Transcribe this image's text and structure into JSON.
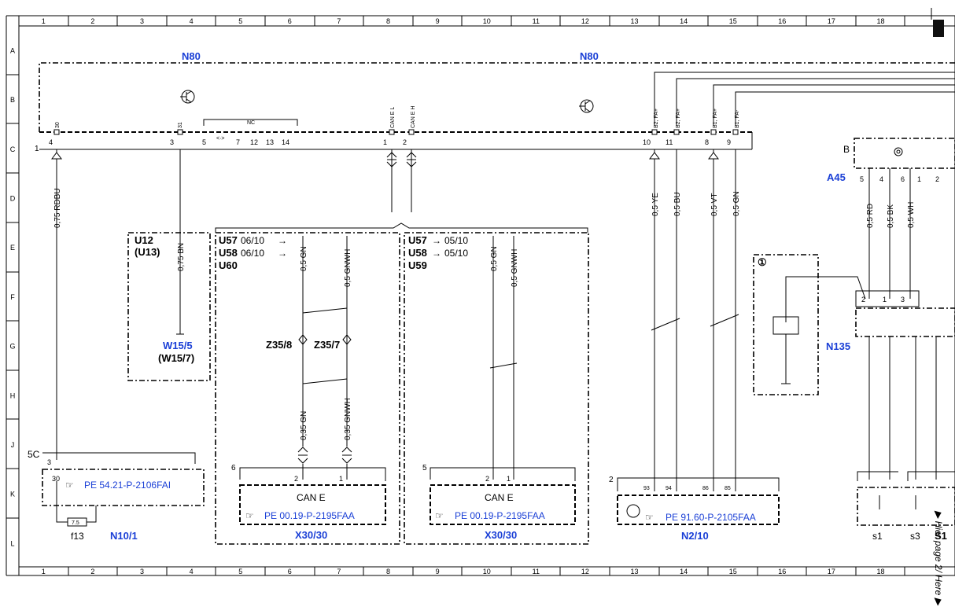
{
  "grid": {
    "columns": [
      "1",
      "2",
      "3",
      "4",
      "5",
      "6",
      "7",
      "8",
      "9",
      "10",
      "11",
      "12",
      "13",
      "14",
      "15",
      "16",
      "17",
      "18"
    ],
    "rows": [
      "A",
      "B",
      "C",
      "D",
      "E",
      "F",
      "G",
      "H",
      "J",
      "K",
      "L"
    ]
  },
  "components": {
    "n80_left": "N80",
    "n80_right": "N80",
    "a45": "A45",
    "n135": "N135",
    "a45_letter": "B",
    "n80_pin_row": "1"
  },
  "n80_pins": {
    "p30_top": "30",
    "p30": "4",
    "p31_top": "31",
    "p31": "3",
    "p5": "5",
    "p7": "7",
    "p12": "12",
    "p13": "13",
    "p14": "14",
    "nc": "NC",
    "canl_top": "CAN E L",
    "canl": "1",
    "canh_top": "CAN E H",
    "canh": "2",
    "b2fa_1_top": "B2, FA+",
    "b2fa_1": "10",
    "b2fa_2_top": "B2, FA+",
    "b2fa_2": "11",
    "b1fa_top": "B1, FA+",
    "b1fa": "8",
    "b1fam_top": "B1, FA-",
    "b1fam": "9"
  },
  "wires": {
    "w1": "0,75 RDBU",
    "w2": "0,75 BN",
    "w3": "0,5 GN",
    "w4": "0,5 GNWH",
    "w5": "0,35 GN",
    "w6": "0,35 GNWH",
    "w7": "0,5 GN",
    "w8": "0,5 GNWH",
    "w9": "0,5 YE",
    "w10": "0,5 BU",
    "w11": "0,5 VT",
    "w12": "0,5 GN",
    "w13": "0,5 RD",
    "w14": "0,5 BK",
    "w15": "0,5 WH"
  },
  "boxes": {
    "u12": "U12",
    "u13": "(U13)",
    "w15_5": "W15/5",
    "w15_7": "(W15/7)",
    "box1_u57": "U57",
    "box1_u57_val": "06/10",
    "box1_u58": "U58",
    "box1_u58_val": "06/10",
    "box1_u60": "U60",
    "box2_u57": "U57",
    "box2_u57_val": "05/10",
    "box2_u58": "U58",
    "box2_u58_val": "05/10",
    "box2_u59": "U59",
    "z35_8": "Z35/8",
    "z35_7": "Z35/7",
    "circle1": "①",
    "box_n2_10_num": "2"
  },
  "connectors": {
    "c5c": "5C",
    "c5c_pin3": "3",
    "c5c_pin30": "30",
    "pe_5421": "PE 54.21-P-2106FAI",
    "fuse_val": "7.5",
    "f13": "f13",
    "n10_1": "N10/1",
    "can_e_1_num": "6",
    "can_e_1": "CAN E",
    "can_e_1_pin2": "2",
    "can_e_1_pin1": "1",
    "pe_0019_1": "PE 00.19-P-2195FAA",
    "x30_30_1": "X30/30",
    "can_e_2_num": "5",
    "can_e_2": "CAN E",
    "can_e_2_pin2": "2",
    "can_e_2_pin1": "1",
    "pe_0019_2": "PE 00.19-P-2195FAA",
    "x30_30_2": "X30/30",
    "n2_10_p93": "93",
    "n2_10_p94": "94",
    "n2_10_p86": "86",
    "n2_10_p85": "85",
    "pe_9160": "PE 91.60-P-2105FAA",
    "n2_10": "N2/10",
    "a45_p5": "5",
    "a45_p4": "4",
    "a45_p6": "6",
    "a45_p1": "1",
    "a45_p2": "2",
    "n135_p2": "2",
    "n135_p1": "1",
    "n135_p3": "3",
    "s1": "s1",
    "s3": "s3",
    "s_cut": "S1",
    "side_note": "▶ Hier page 2/ Here ▶"
  },
  "colors": {
    "ink": "#000000",
    "link_blue": "#1a3fd6"
  }
}
